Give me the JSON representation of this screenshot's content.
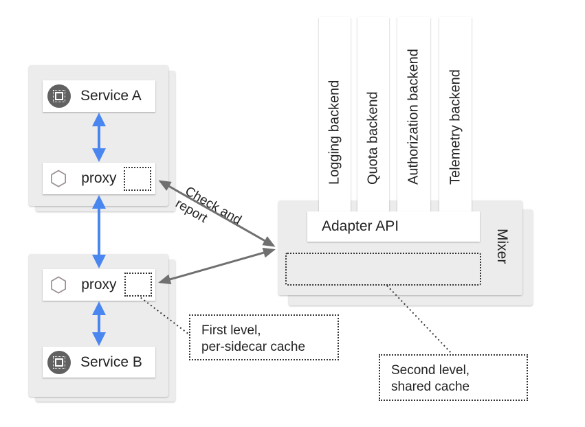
{
  "service_a": {
    "label": "Service A",
    "icon": "chip-icon"
  },
  "proxy_a": {
    "label": "proxy",
    "icon": "hexagon-icon"
  },
  "proxy_b": {
    "label": "proxy",
    "icon": "hexagon-icon"
  },
  "service_b": {
    "label": "Service B",
    "icon": "chip-icon"
  },
  "connection_label": {
    "line1": "Check and",
    "line2": "report"
  },
  "backends": [
    "Logging backend",
    "Quota backend",
    "Authorization backend",
    "Telemetry backend"
  ],
  "mixer": {
    "label": "Mixer",
    "adapter_api": "Adapter API"
  },
  "notes": {
    "first_level": {
      "line1": "First level,",
      "line2": "per-sidecar cache"
    },
    "second_level": {
      "line1": "Second level,",
      "line2": "shared cache"
    }
  },
  "colors": {
    "blue_arrow": "#4a86f0",
    "gray_arrow": "#707070",
    "card": "#ececec"
  }
}
